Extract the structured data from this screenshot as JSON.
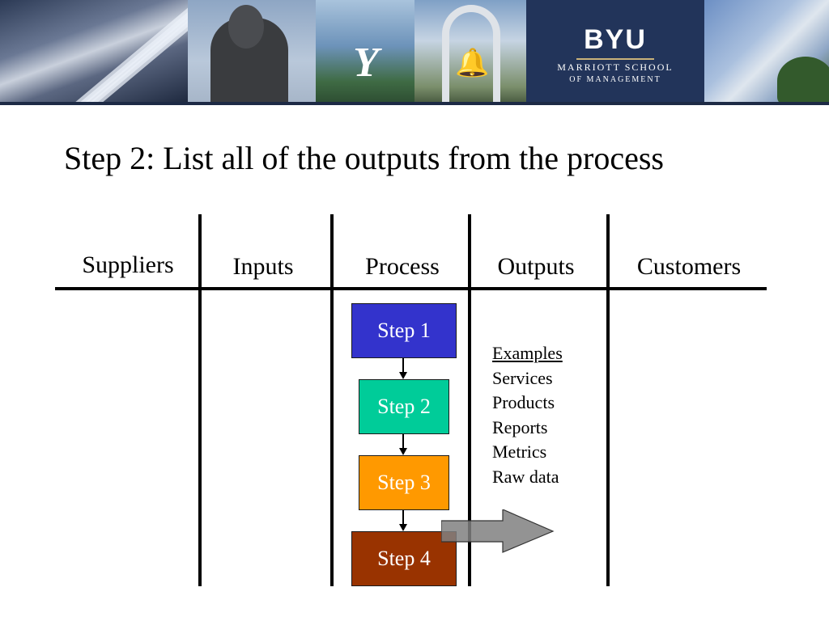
{
  "banner": {
    "logo_text": "BYU",
    "logo_line1": "MARRIOTT SCHOOL",
    "logo_line2": "OF MANAGEMENT",
    "photo_y_mark": "Y"
  },
  "slide": {
    "title": "Step 2: List all of the outputs from the process"
  },
  "sipoc": {
    "columns": [
      "Suppliers",
      "Inputs",
      "Process",
      "Outputs",
      "Customers"
    ]
  },
  "process": {
    "steps": [
      {
        "label": "Step 1",
        "color": "#3333cc"
      },
      {
        "label": "Step 2",
        "color": "#00cc99"
      },
      {
        "label": "Step 3",
        "color": "#ff9900"
      },
      {
        "label": "Step 4",
        "color": "#993300"
      }
    ]
  },
  "outputs": {
    "heading": "Examples",
    "items": [
      "Services",
      "Products",
      "Reports",
      "Metrics",
      "Raw data"
    ]
  },
  "colors": {
    "banner_navy": "#22345a",
    "arrow_fill": "#808080"
  }
}
